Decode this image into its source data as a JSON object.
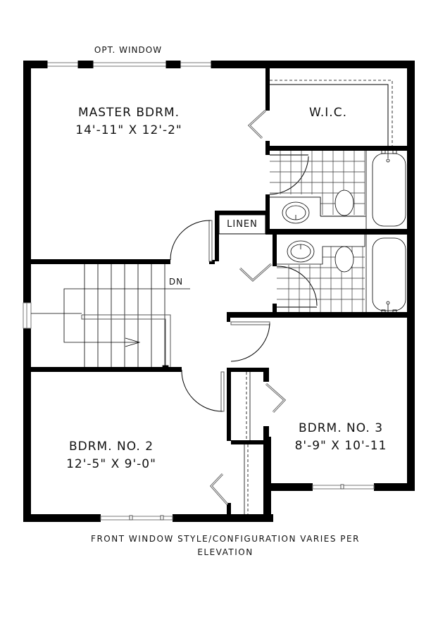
{
  "plan": {
    "top_note": "OPT. WINDOW",
    "rooms": [
      {
        "name": "MASTER BDRM.",
        "dims": "14'-11\" X 12'-2\""
      },
      {
        "name": "W.I.C.",
        "dims": ""
      },
      {
        "name": "LINEN",
        "dims": ""
      },
      {
        "name": "BDRM. NO. 2",
        "dims": "12'-5\" X 9'-0\""
      },
      {
        "name": "BDRM. NO. 3",
        "dims": "8'-9\" X 10'-11"
      }
    ],
    "stair_label": "DN",
    "footer_note_line1": "FRONT WINDOW STYLE/CONFIGURATION VARIES PER",
    "footer_note_line2": "ELEVATION",
    "colors": {
      "wall": "#000000",
      "background": "#ffffff",
      "fixture_line": "#222222",
      "glass": "#888888"
    }
  }
}
